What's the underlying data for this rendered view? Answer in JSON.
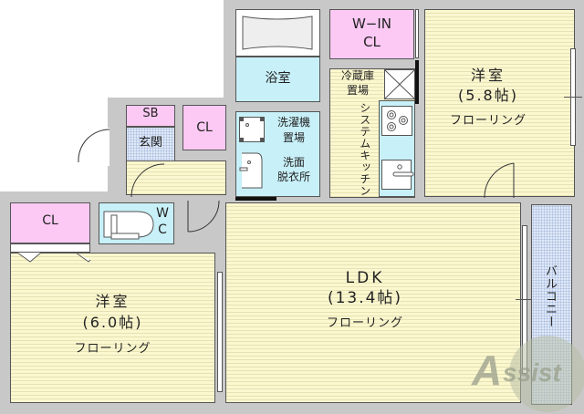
{
  "floorplan": {
    "rooms": {
      "western_room_1": {
        "name": "洋室",
        "size": "(5.8帖)",
        "floor": "フローリング"
      },
      "western_room_2": {
        "name": "洋室",
        "size": "(6.0帖)",
        "floor": "フローリング"
      },
      "ldk": {
        "name": "LDK",
        "size": "(13.4帖)",
        "floor": "フローリング"
      },
      "bathroom": {
        "name": "浴室"
      },
      "walk_in_closet": {
        "line1": "W−IN",
        "line2": "CL"
      },
      "fridge_space": {
        "line1": "冷蔵庫",
        "line2": "置場"
      },
      "system_kitchen": {
        "name": "システムキッチン"
      },
      "washer_space": {
        "line1": "洗濯機",
        "line2": "置場"
      },
      "washroom": {
        "line1": "洗面",
        "line2": "脱衣所"
      },
      "shoe_box": {
        "name": "SB"
      },
      "entrance": {
        "name": "玄関"
      },
      "closet_entry": {
        "name": "CL"
      },
      "closet_room2": {
        "name": "CL"
      },
      "toilet": {
        "line1": "W",
        "line2": "C"
      },
      "balcony": {
        "name": "バルコニー"
      }
    },
    "watermark": "Assist",
    "colors": {
      "floor": "#fbf7cf",
      "closet": "#fbc9f3",
      "wet_area": "#c8f0f8",
      "tile": "#dfe8f6",
      "wall": "#c8c8c8"
    }
  }
}
